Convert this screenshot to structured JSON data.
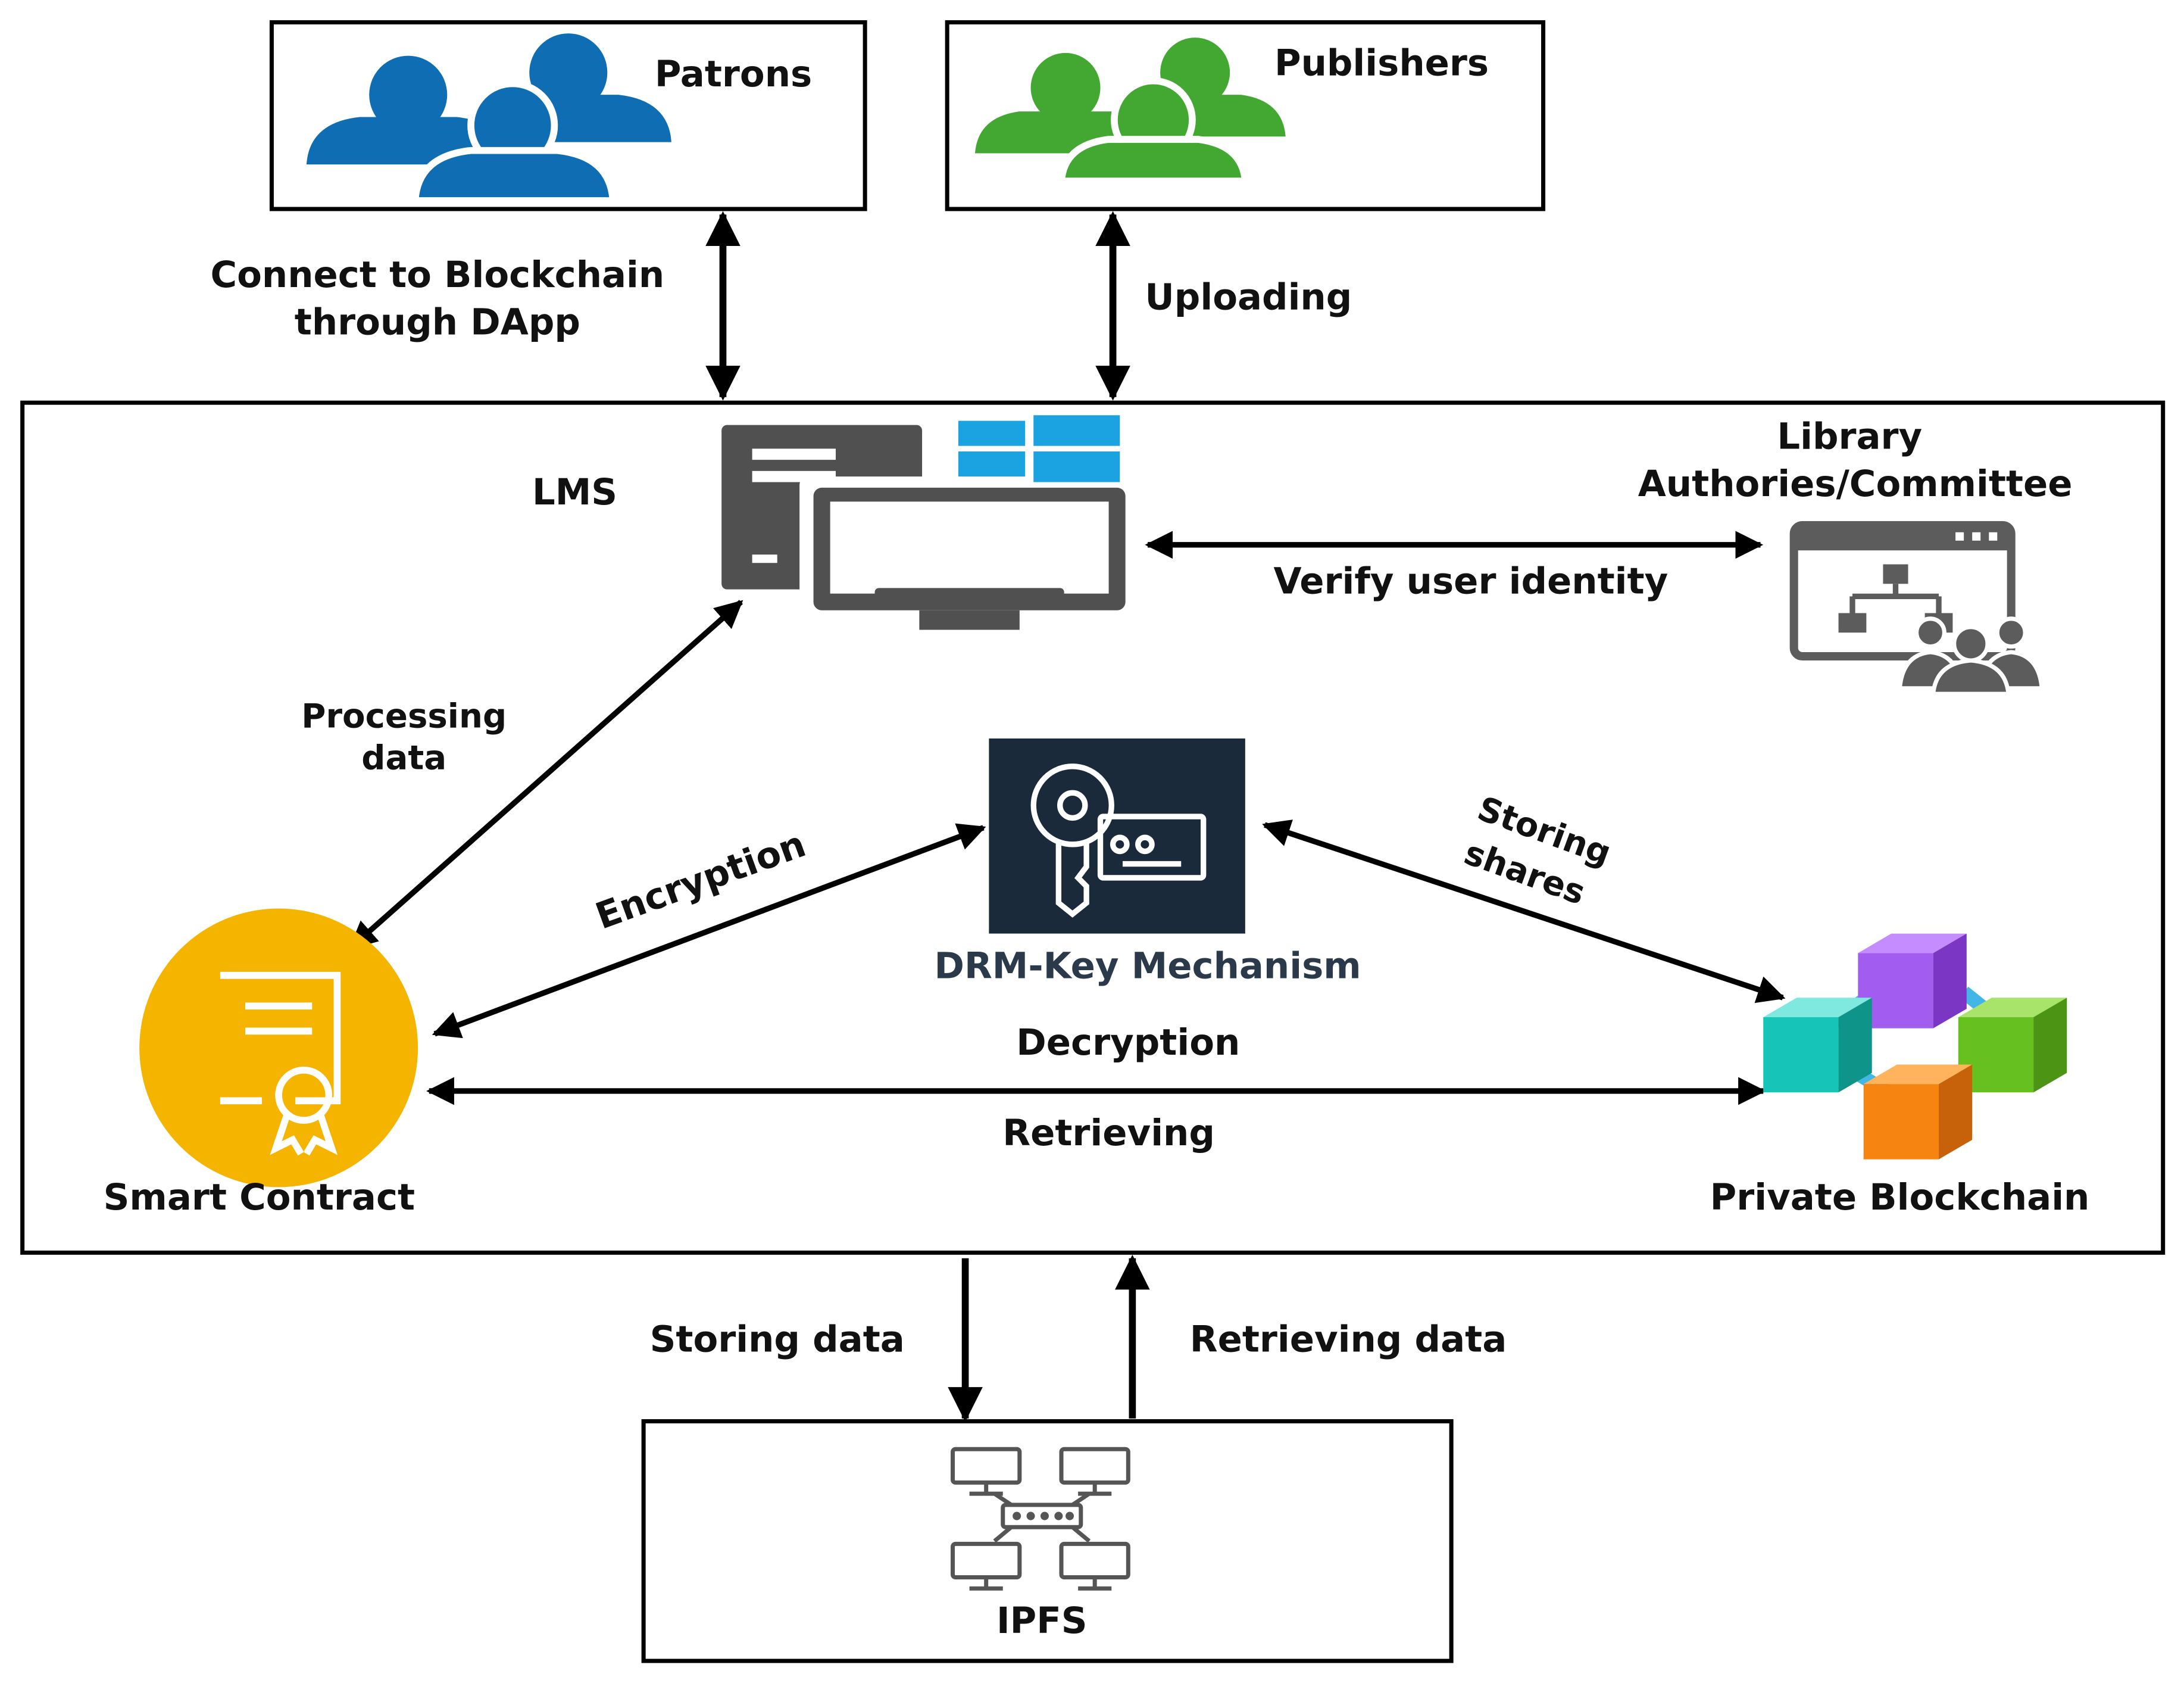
{
  "labels": {
    "patrons": "Patrons",
    "publishers": "Publishers",
    "connect_line1": "Connect to Blockchain",
    "connect_line2": "through DApp",
    "uploading": "Uploading",
    "lms": "LMS",
    "library_line1": "Library",
    "library_line2": "Authories/Committee",
    "verify": "Verify user identity",
    "processing_line1": "Processing",
    "processing_line2": "data",
    "encryption": "Encryption",
    "storing_shares_line1": "Storing",
    "storing_shares_line2": "shares",
    "drm": "DRM-Key Mechanism",
    "decryption": "Decryption",
    "retrieving": "Retrieving",
    "smart_contract": "Smart Contract",
    "private_blockchain": "Private Blockchain",
    "storing_data": "Storing data",
    "retrieving_data": "Retrieving data",
    "ipfs": "IPFS"
  },
  "icons": {
    "patrons": "users-group-icon",
    "publishers": "users-group-icon",
    "lms": "desktop-computer-with-windows-logo-icon",
    "library": "org-chart-window-with-people-icon",
    "drm": "key-with-id-card-icon",
    "smart_contract": "certificate-icon",
    "private_blockchain": "blockchain-cubes-icon",
    "ipfs": "networked-computers-icon"
  },
  "colors": {
    "patrons": "#0f6db3",
    "publishers": "#43a832",
    "windows": "#1aa3e0",
    "drm_bg": "#1b2a3a",
    "drm_text": "#2a3a4a",
    "smart_contract": "#f5b400",
    "cube_purple": "#a35cf0",
    "cube_green": "#66c01f",
    "cube_teal": "#17c5b8",
    "cube_orange": "#f58410",
    "link_cyan": "#43b6e8"
  }
}
